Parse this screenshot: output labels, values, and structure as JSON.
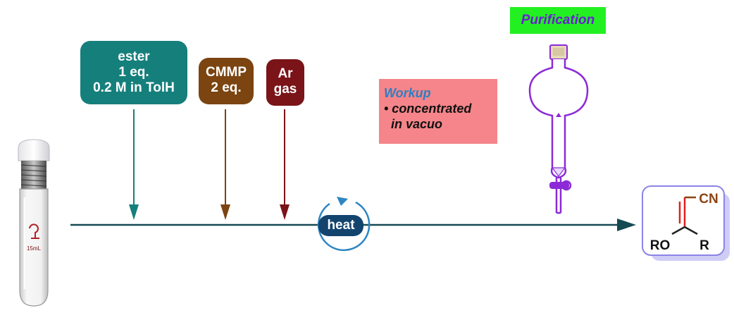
{
  "colors": {
    "timeline": "#164a52",
    "ester": "#157f7c",
    "cmmp": "#7b4410",
    "ar": "#7a1418",
    "workup_bg": "#f5858a",
    "workup_title": "#2e7fbf",
    "purification_bg": "#22f021",
    "purification_text": "#6b1fd1",
    "heat": "#12446e",
    "flask": "#8b2ad6",
    "product_border": "#8b84e8",
    "product_shadow": "#cfcdf6",
    "double_bond": "#e0201c",
    "nitrile": "#8b4513"
  },
  "reagents": {
    "ester": {
      "lines": [
        "ester",
        "1 eq.",
        "0.2 M in TolH"
      ]
    },
    "cmmp": {
      "lines": [
        "CMMP",
        "2 eq."
      ]
    },
    "ar": {
      "lines": [
        "Ar",
        "gas"
      ]
    }
  },
  "heat": {
    "label": "heat"
  },
  "workup": {
    "title": "Workup",
    "lines": [
      "• concentrated",
      "  in vacuo"
    ]
  },
  "purification": {
    "label": "Purification"
  },
  "tube": {
    "label": "15mL"
  },
  "product": {
    "cn": "CN",
    "ro": "RO",
    "r": "R"
  }
}
